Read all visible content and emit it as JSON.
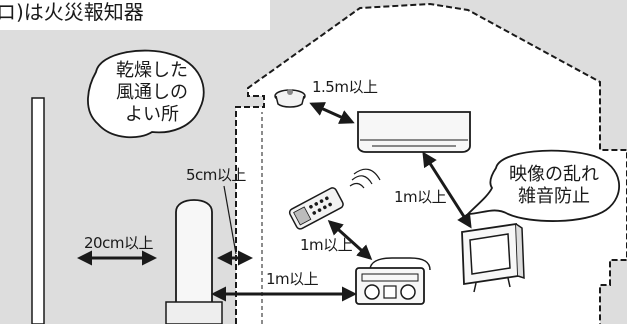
{
  "header_text": "ロ)は火災報知器",
  "bubble_dry": [
    "乾燥した",
    "風通しの",
    "よい所"
  ],
  "bubble_noise": [
    "映像の乱れ",
    "雑音防止"
  ],
  "distances": {
    "smoke_to_ac": "1.5m以上",
    "side_gap": "5cm以上",
    "rear_gap": "20cm以上",
    "ac_to_tv": "1m以上",
    "remote_to_radio": "1m以上",
    "unit_to_radio": "1m以上"
  },
  "colors": {
    "background": "#dddddd",
    "house": "#ffffff",
    "line": "#1a1a1a"
  },
  "icons": [
    "smoke-detector-icon",
    "air-conditioner-icon",
    "remote-control-icon",
    "radio-icon",
    "television-icon",
    "storage-unit-icon",
    "wall-icon"
  ]
}
